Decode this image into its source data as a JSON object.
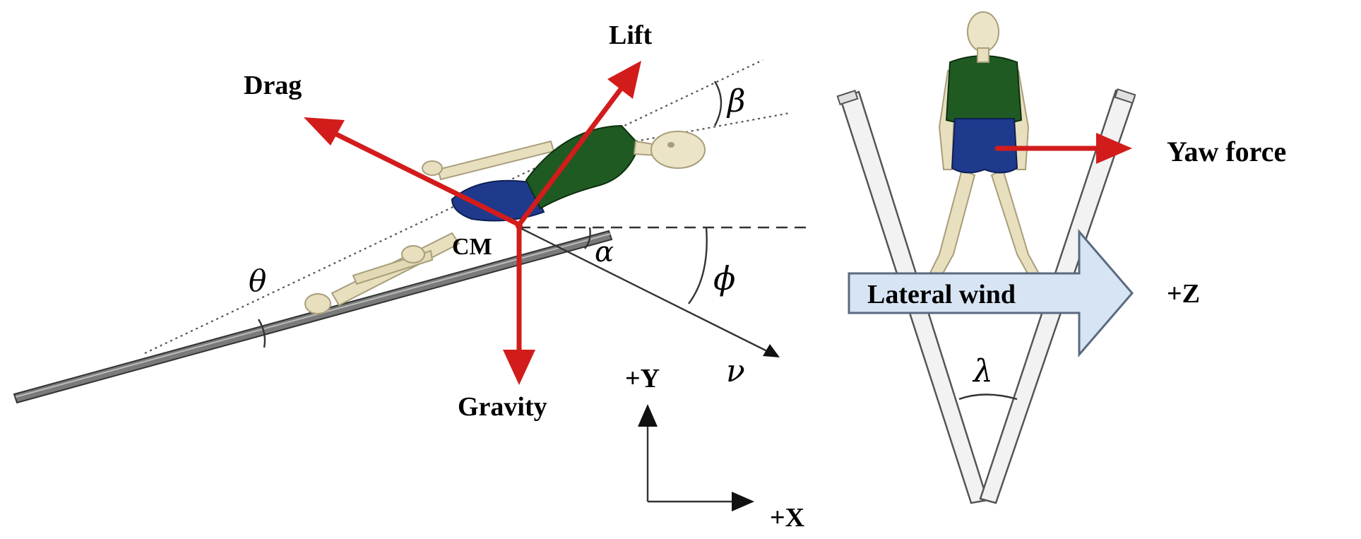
{
  "side_view": {
    "forces": {
      "lift": "Lift",
      "drag": "Drag",
      "gravity": "Gravity"
    },
    "center_of_mass": "CM",
    "angles": {
      "beta": "β",
      "alpha": "α",
      "phi": "ϕ",
      "theta": "θ"
    },
    "velocity": "ν",
    "axes": {
      "y": "+Y",
      "x": "+X"
    }
  },
  "front_view": {
    "yaw_force": "Yaw force",
    "lateral_wind": "Lateral wind",
    "z_axis": "+Z",
    "lambda": "λ"
  },
  "colors": {
    "force_arrow": "#d21c1c",
    "suit_top": "#1f5a23",
    "suit_bottom": "#1f3a8c",
    "skin": "#e8dfbf",
    "wind_arrow_fill": "#d6e4f3",
    "wind_arrow_stroke": "#5a6a80",
    "ski": "#555555"
  }
}
